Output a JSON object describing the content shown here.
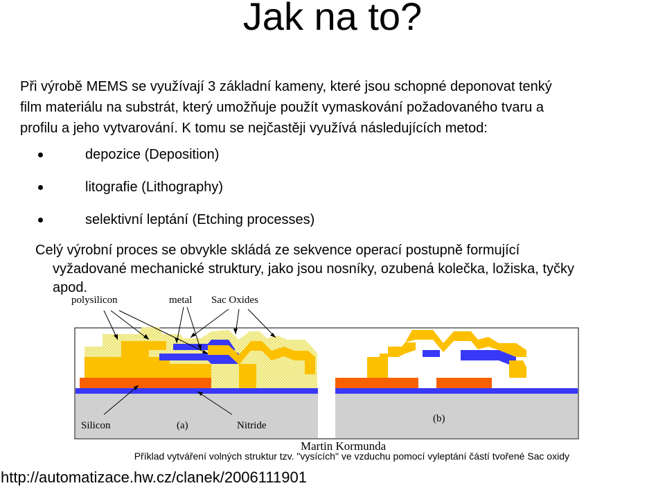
{
  "title": "Jak na to?",
  "intro": {
    "line1": "Při výrobě MEMS se využívají 3 základní kameny, které jsou schopné deponovat tenký",
    "line2": "film materiálu na substrát, který umožňuje použít vymaskování požadovaného tvaru a",
    "line3": "profilu a jeho vytvarování. K tomu se nejčastěji využívá následujících metod:"
  },
  "methods": [
    "depozice (Deposition)",
    "litografie (Lithography)",
    "selektivní leptání (Etching processes)"
  ],
  "process": {
    "line1": "Celý výrobní proces se obvykle skládá ze sekvence operací postupně formující",
    "line2": "vyžadované mechanické struktury, jako jsou nosníky, ozubená kolečka, ložiska, tyčky",
    "line3": "apod."
  },
  "diagram": {
    "labels": {
      "polysilicon": "polysilicon",
      "metal": "metal",
      "sac_oxides": "Sac Oxides",
      "silicon": "Silicon",
      "panel_a": "(a)",
      "nitride": "Nitride",
      "panel_b": "(b)"
    },
    "colors": {
      "yellow": "#fcc000",
      "light_yellow": "#fef9a0",
      "blue": "#3838f8",
      "orange": "#f86000",
      "grey": "#d0d0d0",
      "white": "#ffffff"
    }
  },
  "author": "Martin Kormunda",
  "caption": "Příklad vytváření volných struktur tzv. \"vysících\" ve vzduchu pomocí vyleptání částí tvořené Sac oxidy",
  "url": "http://automatizace.hw.cz/clanek/2006111901"
}
